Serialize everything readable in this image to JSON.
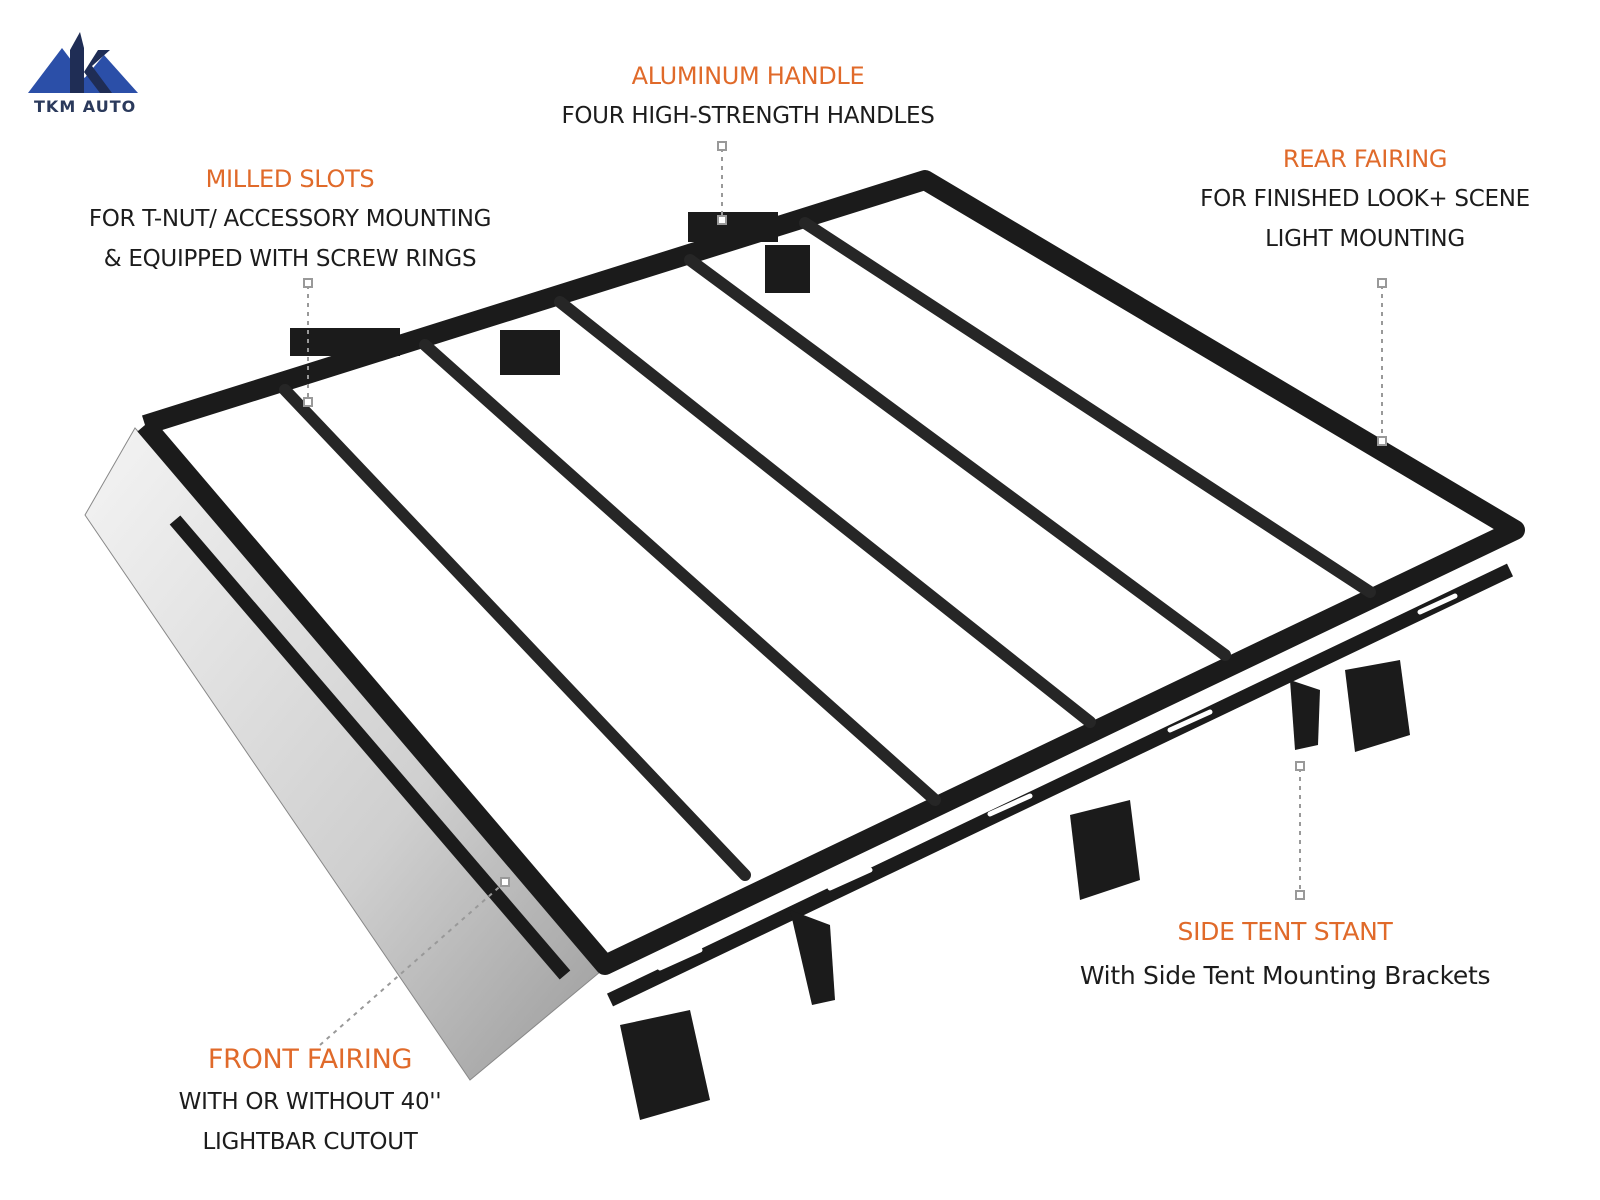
{
  "brand": {
    "name": "TKM AUTO",
    "primary_color": "#2b4fa8",
    "accent_color": "#e06a2a"
  },
  "callouts": {
    "aluminum_handle": {
      "title": "ALUMINUM HANDLE",
      "lines": [
        "FOUR HIGH-STRENGTH HANDLES"
      ]
    },
    "milled_slots": {
      "title": "MILLED SLOTS",
      "lines": [
        "FOR  T-NUT/ ACCESSORY MOUNTING",
        "& EQUIPPED WITH SCREW RINGS"
      ]
    },
    "rear_fairing": {
      "title": "REAR FAIRING",
      "lines": [
        "FOR FINISHED LOOK+ SCENE",
        "LIGHT  MOUNTING"
      ]
    },
    "side_tent_stant": {
      "title": "SIDE TENT STANT",
      "lines": [
        "With Side Tent Mounting Brackets"
      ]
    },
    "front_fairing": {
      "title": "FRONT FAIRING",
      "lines": [
        "WITH OR WITHOUT 40''",
        "LIGHTBAR CUTOUT"
      ]
    }
  }
}
